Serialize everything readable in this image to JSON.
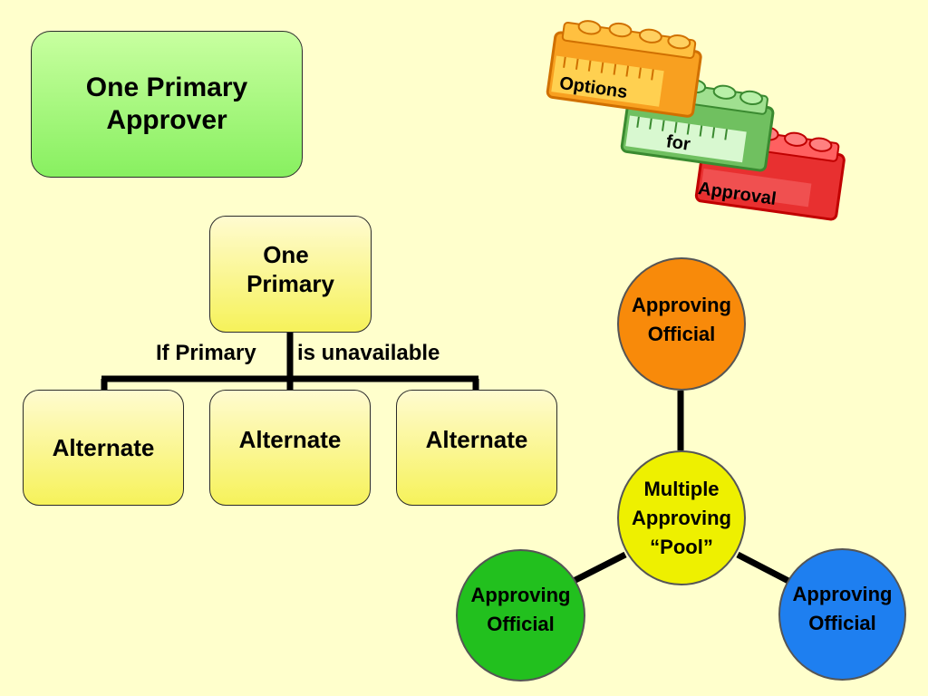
{
  "top_box": {
    "line1": "One Primary",
    "line2": "Approver"
  },
  "hierarchy": {
    "primary": {
      "line1": "One",
      "line2": "Primary"
    },
    "condition_left": "If Primary",
    "condition_right": "is unavailable",
    "alternates": [
      "Alternate",
      "Alternate",
      "Alternate"
    ]
  },
  "bricks": {
    "word1": "Options",
    "word2": "for",
    "word3": "Approval",
    "colors": {
      "orange": "#f8a020",
      "green": "#70c060",
      "red": "#e83030"
    }
  },
  "pool": {
    "center": {
      "line1": "Multiple",
      "line2": "Approving",
      "line3": "“Pool”"
    },
    "officials": [
      {
        "line1": "Approving",
        "line2": "Official",
        "color": "#f88a0a"
      },
      {
        "line1": "Approving",
        "line2": "Official",
        "color": "#22c01e"
      },
      {
        "line1": "Approving",
        "line2": "Official",
        "color": "#1e7ff0"
      }
    ]
  }
}
